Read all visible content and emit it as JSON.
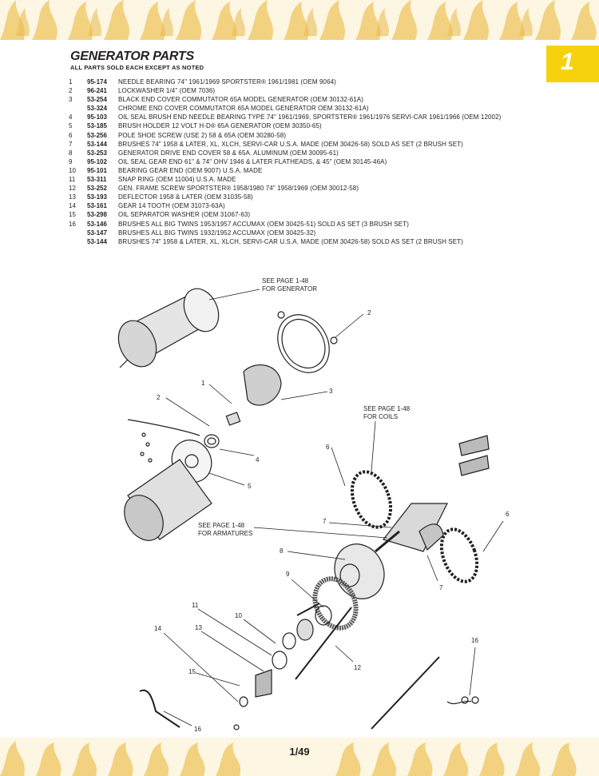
{
  "header": {
    "section_tab": "1"
  },
  "title": "GENERATOR PARTS",
  "subtitle": "ALL PARTS SOLD EACH EXCEPT AS NOTED",
  "parts": [
    {
      "num": "1",
      "pn": "95-174",
      "desc": "NEEDLE BEARING 74\" 1961/1969 SPORTSTER® 1961/1981 (OEM 9064)"
    },
    {
      "num": "2",
      "pn": "96-241",
      "desc": "LOCKWASHER 1/4\" (OEM 7036)"
    },
    {
      "num": "3",
      "pn": "53-254",
      "desc": "BLACK END COVER COMMUTATOR 65A MODEL GENERATOR (OEM 30132-61A)"
    },
    {
      "num": "",
      "pn": "53-324",
      "desc": "CHROME END COVER COMMUTATOR 65A MODEL GENERATOR OEM 30132-61A)"
    },
    {
      "num": "4",
      "pn": "95-103",
      "desc": "OIL SEAL BRUSH END NEEDLE BEARING TYPE 74\" 1961/1969, SPORTSTER® 1961/1976 SERVI-CAR 1961/1966 (OEM 12002)"
    },
    {
      "num": "5",
      "pn": "53-185",
      "desc": "BRUSH HOLDER 12 VOLT H-D® 65A GENERATOR (OEM 30350-65)"
    },
    {
      "num": "6",
      "pn": "53-256",
      "desc": "POLE SHOE SCREW (USE 2) 58 & 65A (OEM 30280-58)"
    },
    {
      "num": "7",
      "pn": "53-144",
      "desc": "BRUSHES 74\" 1958 & LATER, XL, XLCH, SERVI-CAR U.S.A. MADE  (OEM 30426-58) SOLD AS SET (2 BRUSH SET)"
    },
    {
      "num": "8",
      "pn": "53-253",
      "desc": "GENERATOR DRIVE END COVER 58 & 65A. ALUMINUM (OEM 30095-61)"
    },
    {
      "num": "9",
      "pn": "95-102",
      "desc": "OIL SEAL GEAR END 61\" & 74\" OHV 1946 & LATER FLATHEADS, & 45\" (OEM 30145-46A)"
    },
    {
      "num": "10",
      "pn": "95-101",
      "desc": "BEARING GEAR END (OEM 9007) U.S.A. MADE"
    },
    {
      "num": "11",
      "pn": "53-311",
      "desc": "SNAP RING (OEM 11004) U.S.A. MADE"
    },
    {
      "num": "12",
      "pn": "53-252",
      "desc": "GEN. FRAME SCREW SPORTSTER® 1958/1980 74\" 1958/1969 (OEM 30012-58)"
    },
    {
      "num": "13",
      "pn": "53-193",
      "desc": "DEFLECTOR 1958 & LATER (OEM 31035-58)"
    },
    {
      "num": "14",
      "pn": "53-161",
      "desc": "GEAR 14 TOOTH (OEM 31073-63A)"
    },
    {
      "num": "15",
      "pn": "53-298",
      "desc": "OIL SEPARATOR WASHER (OEM 31067-63)"
    },
    {
      "num": "16",
      "pn": "53-146",
      "desc": "BRUSHES ALL BIG TWINS 1953/1957 ACCUMAX (OEM 30425-51) SOLD AS SET (3 BRUSH SET)"
    },
    {
      "num": "",
      "pn": "53-147",
      "desc": "BRUSHES ALL BIG TWINS 1932/1952 ACCUMAX (OEM 30425-32)"
    },
    {
      "num": "",
      "pn": "53-144",
      "desc": "BRUSHES 74\" 1958 & LATER, XL, XLCH, SERVI-CAR U.S.A. MADE (OEM 30426-58) SOLD AS SET (2 BRUSH SET)"
    }
  ],
  "diagram": {
    "callouts": {
      "generator_ref": [
        "SEE PAGE 1-48",
        "FOR GENERATOR"
      ],
      "coils_ref": [
        "SEE PAGE 1-48",
        "FOR COILS"
      ],
      "armatures_ref": [
        "SEE PAGE 1-48",
        "FOR ARMATURES"
      ]
    },
    "labels": [
      "2",
      "1",
      "3",
      "2",
      "4",
      "5",
      "6",
      "7",
      "6",
      "8",
      "7",
      "9",
      "11",
      "10",
      "13",
      "14",
      "12",
      "15",
      "16",
      "16"
    ]
  },
  "footer": {
    "page_number": "1/49"
  }
}
